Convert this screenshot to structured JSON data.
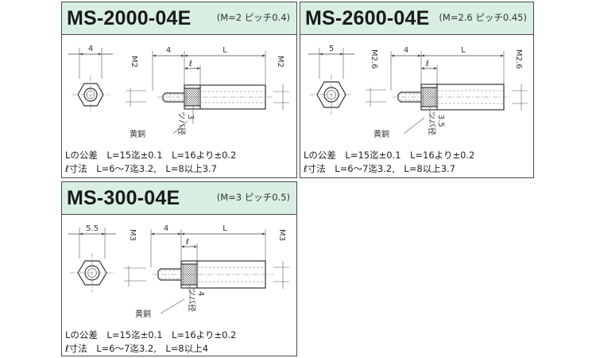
{
  "panels": [
    {
      "title": "MS-2000-04E",
      "pitch": "(M=2 ピッチ0.4)",
      "hex_width": "4",
      "thread_label": "M2",
      "thread_length": "4",
      "ell_label": "ℓ",
      "length_label": "L",
      "bore_label": "M2",
      "material": "黄銅",
      "tsuba_label": "ツバ径",
      "tsuba_value": "3",
      "tolerance_line": "Lの公差　L=15迄±0.1　L=16より±0.2",
      "ell_line": "ℓ寸法　L=6～7迄3.2,　L=8以上3.7"
    },
    {
      "title": "MS-2600-04E",
      "pitch": "(M=2.6 ピッチ0.45)",
      "hex_width": "5",
      "thread_label": "M2.6",
      "thread_length": "4",
      "ell_label": "ℓ",
      "length_label": "L",
      "bore_label": "M2.6",
      "material": "黄銅",
      "tsuba_label": "ツバ径",
      "tsuba_value": "3.5",
      "tolerance_line": "Lの公差　L=15迄±0.1　L=16より±0.2",
      "ell_line": "ℓ寸法　L=6～7迄3.2,　L=8以上3.7"
    },
    {
      "title": "MS-300-04E",
      "pitch": "(M=3 ピッチ0.5)",
      "hex_width": "5.5",
      "thread_label": "M3",
      "thread_length": "4",
      "ell_label": "ℓ",
      "length_label": "L",
      "bore_label": "M3",
      "material": "黄銅",
      "tsuba_label": "ツバ径",
      "tsuba_value": "4",
      "tolerance_line": "Lの公差　L=15迄±0.1　L=16より±0.2",
      "ell_line": "ℓ寸法　L=6～7迄3.2,　L=8以上4"
    }
  ]
}
